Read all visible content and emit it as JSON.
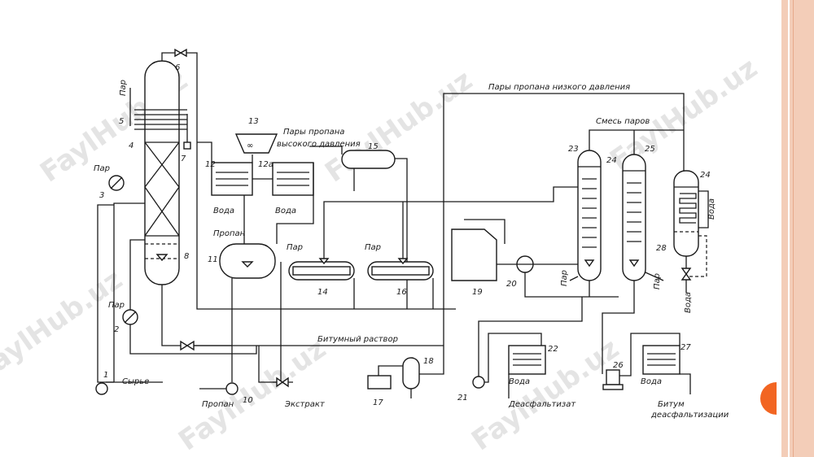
{
  "watermark": "FaylHub.uz",
  "labels": {
    "low_pressure_vapors": "Пары пропана  низкого давления",
    "high_pressure_vapors_1": "Пары пропана",
    "high_pressure_vapors_2": "высокого давления",
    "vapor_mixture": "Смесь паров",
    "bitumen_solution": "Битумный раствор",
    "feed": "Сырье",
    "propane_in": "Пропан",
    "propane_bottom": "Пропан",
    "extract": "Экстракт",
    "deasphaltizate": "Деасфальтизат",
    "bitumen_1": "Битум",
    "bitumen_2": "деасфальтизации",
    "steam": "Пар",
    "water": "Вода"
  },
  "numbers": [
    "1",
    "2",
    "3",
    "4",
    "5",
    "6",
    "7",
    "8",
    "10",
    "11",
    "12",
    "12а",
    "13",
    "14",
    "15",
    "16",
    "17",
    "18",
    "19",
    "20",
    "21",
    "22",
    "23",
    "24",
    "25",
    "26",
    "27",
    "28",
    "24"
  ],
  "colors": {
    "accent": "#f26522",
    "border": "#f3cdb8"
  }
}
